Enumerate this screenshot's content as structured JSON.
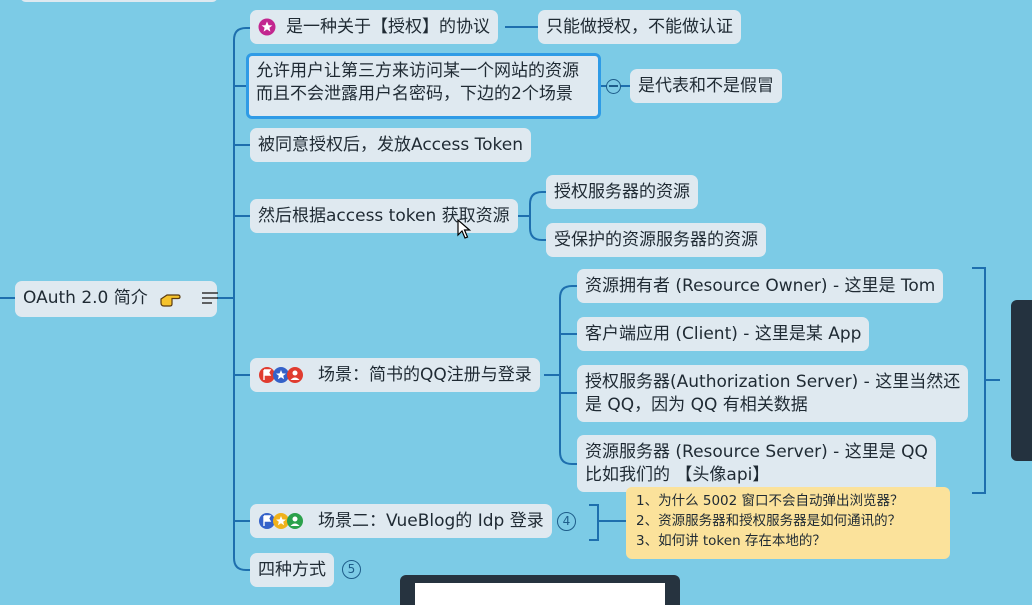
{
  "root": {
    "label": "OAuth 2.0 简介",
    "hand_icon": "pointing-hand-icon",
    "notes_icon": "notes-lines-icon"
  },
  "branches": [
    {
      "label": "是一种关于【授权】的协议",
      "icon": "star-badge-icon"
    },
    {
      "line1": "允许用户让第三方来访问某一个网站的资源",
      "line2": "而且不会泄露用户名密码，下边的2个场景"
    },
    {
      "label": "被同意授权后，发放Access Token"
    },
    {
      "label": "然后根据access token 获取资源"
    },
    {
      "label": "场景：简书的QQ注册与登录"
    },
    {
      "label": "场景二：VueBlog的 Idp 登录",
      "count": "4"
    },
    {
      "label": "四种方式",
      "count": "5"
    }
  ],
  "sub": {
    "b1": "只能做授权，不能做认证",
    "b2": "是代表和不是假冒",
    "b4": [
      "授权服务器的资源",
      "受保护的资源服务器的资源"
    ],
    "b5_items": [
      {
        "line1": "资源拥有者 (Resource Owner) - 这里是 Tom"
      },
      {
        "line1": "客户端应用 (Client) - 这里是某 App"
      },
      {
        "line1": "授权服务器(Authorization Server) - 这里当然还",
        "line2": "是 QQ，因为 QQ 有相关数据"
      },
      {
        "line1": "资源服务器 (Resource Server) - 这里是 QQ",
        "line2": "比如我们的 【头像api】"
      }
    ]
  },
  "note": [
    "1、为什么 5002 窗口不会自动弹出浏览器？",
    "2、资源服务器和授权服务器是如何通讯的？",
    "3、如何讲 token 存在本地的？"
  ],
  "colors": {
    "background": "#7ccbe6",
    "node": "#dfe9f0",
    "line": "#1e6fae",
    "selected": "#2f9be6",
    "note": "#fbe29b"
  }
}
